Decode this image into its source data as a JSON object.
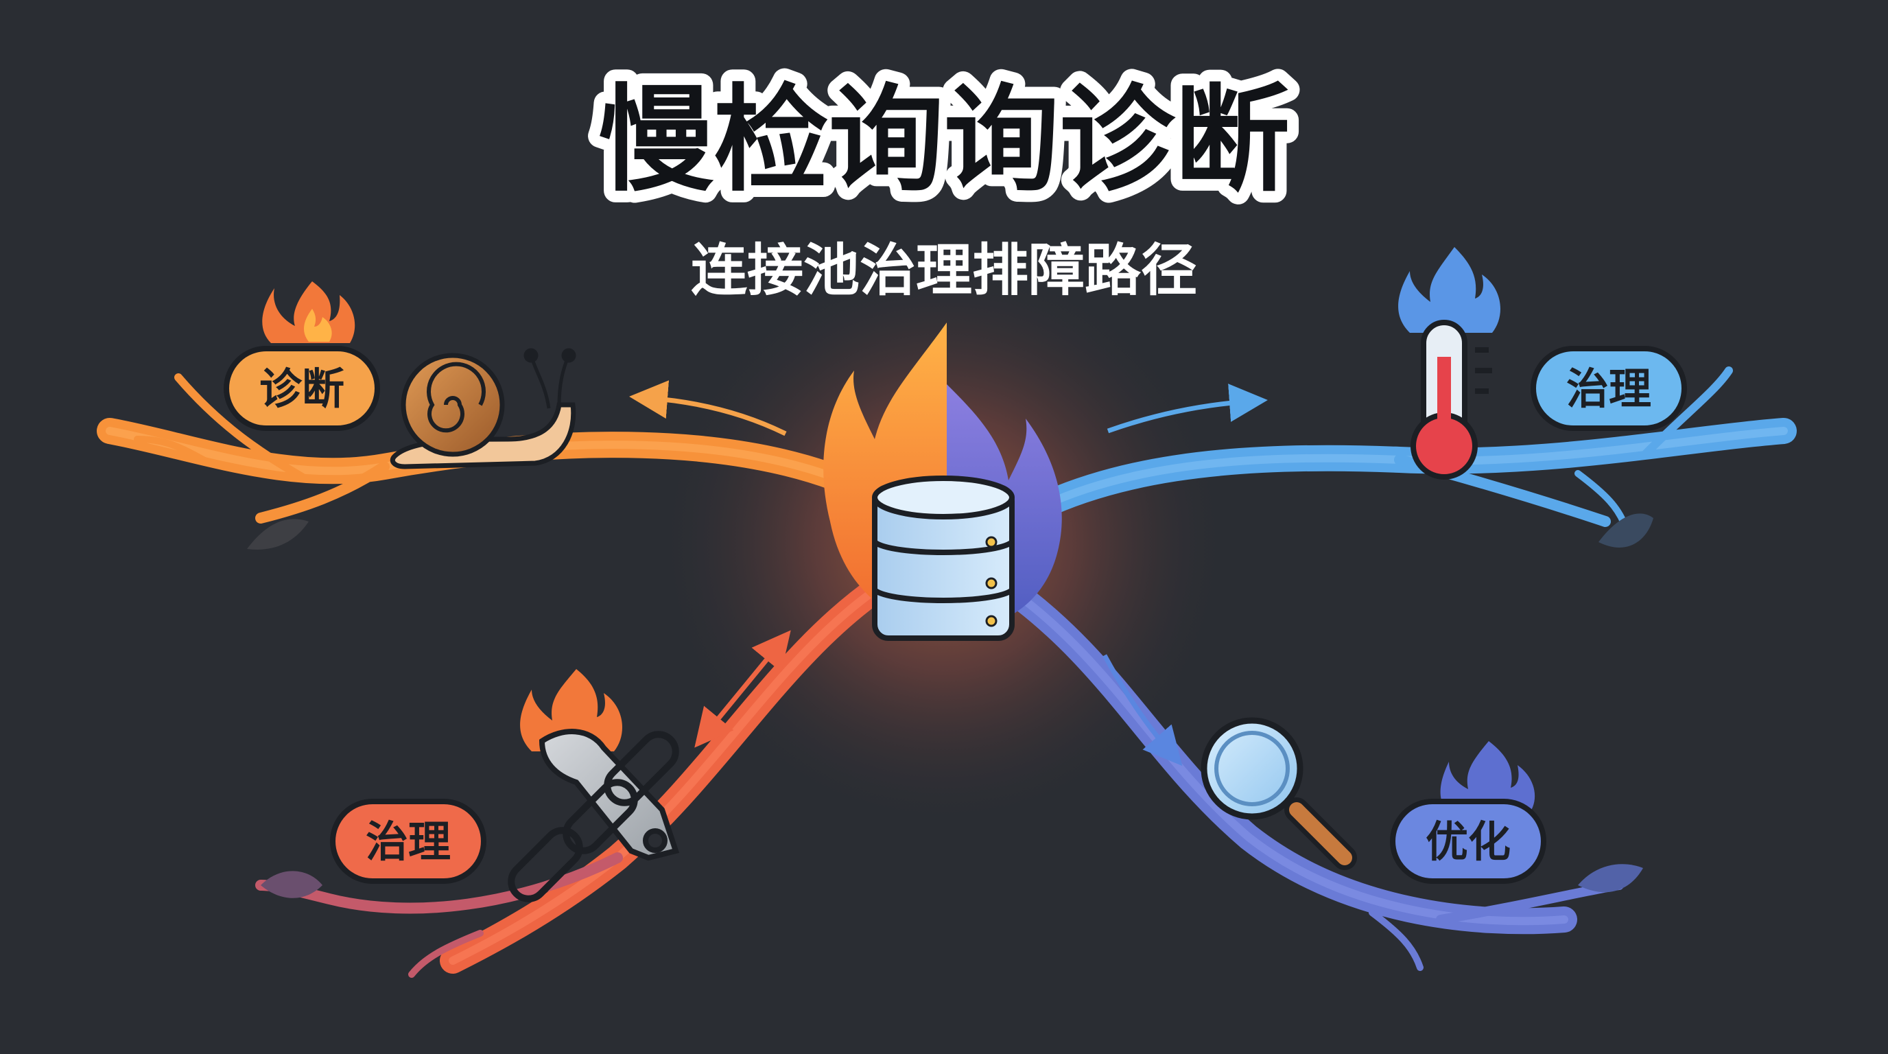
{
  "title": "慢检询询诊断",
  "subtitle": "连接池治理排障路径",
  "nodes": {
    "top_left": {
      "label": "诊断",
      "color": "#f5a24a",
      "icon": "snail-icon"
    },
    "top_right": {
      "label": "治理",
      "color": "#6cb8ef",
      "icon": "thermometer-icon"
    },
    "bottom_left": {
      "label": "治理",
      "color": "#ef6a4a",
      "icon": "wrench-chain-icon"
    },
    "bottom_right": {
      "label": "优化",
      "color": "#6b87e0",
      "icon": "magnifier-icon"
    }
  },
  "center": {
    "icon": "database-icon"
  },
  "colors": {
    "background": "#2a2d33",
    "orange": "#f7923a",
    "red": "#ee6543",
    "blue": "#5aa8ea",
    "indigo": "#6a7bd6"
  }
}
